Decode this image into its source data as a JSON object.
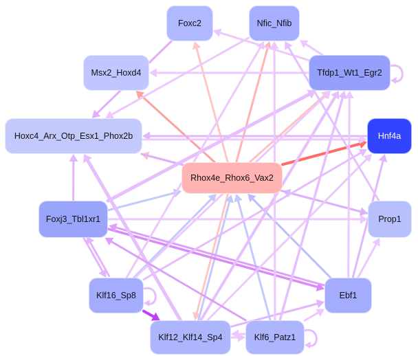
{
  "nodes": {
    "foxc2": {
      "label": "Foxc2",
      "color": "#b0b8ff"
    },
    "nfic": {
      "label": "Nfic_Nfib",
      "color": "#a6aeff"
    },
    "msx2": {
      "label": "Msx2_Hoxd4",
      "color": "#c0c6ff"
    },
    "tfdp1": {
      "label": "Tfdp1_Wt1_Egr2",
      "color": "#959ffc"
    },
    "hoxc4": {
      "label": "Hoxc4_Arx_Otp_Esx1_Phox2b",
      "color": "#c4c9fc"
    },
    "hnf4a": {
      "label": "Hnf4a",
      "color": "#3344ff"
    },
    "rhox": {
      "label": "Rhox4e_Rhox6_Vax2",
      "color": "#ffb3b3"
    },
    "foxj3": {
      "label": "Foxj3_Tbl1xr1",
      "color": "#9aa4fb"
    },
    "prop1": {
      "label": "Prop1",
      "color": "#b8bffd"
    },
    "klf16": {
      "label": "Klf16_Sp8",
      "color": "#a4adfd"
    },
    "ebf1": {
      "label": "Ebf1",
      "color": "#a4adfd"
    },
    "klf12": {
      "label": "Klf12_Klf14_Sp4",
      "color": "#adb5fd"
    },
    "klf6": {
      "label": "Klf6_Patz1",
      "color": "#adb5fd"
    }
  },
  "edges": [
    {
      "from": "rhox",
      "to": "msx2",
      "color": "#f9a3a3"
    },
    {
      "from": "rhox",
      "to": "foxc2",
      "color": "#ffc6c6"
    },
    {
      "from": "rhox",
      "to": "nfic",
      "color": "#ffb3b3"
    },
    {
      "from": "rhox",
      "to": "tfdp1",
      "color": "#ffc2c2"
    },
    {
      "from": "rhox",
      "to": "hoxc4",
      "color": "#ffc2c2"
    },
    {
      "from": "rhox",
      "to": "hnf4a",
      "color": "#ff6b6b"
    },
    {
      "from": "rhox",
      "to": "klf12",
      "color": "#ffc6c6"
    },
    {
      "from": "foxj3",
      "to": "rhox",
      "color": "#c4c9fc"
    },
    {
      "from": "klf16",
      "to": "rhox",
      "color": "#c4c9fc"
    },
    {
      "from": "klf12",
      "to": "rhox",
      "color": "#c4c9fc"
    },
    {
      "from": "klf6",
      "to": "rhox",
      "color": "#c4c9fc"
    },
    {
      "from": "ebf1",
      "to": "rhox",
      "color": "#b8bffa"
    },
    {
      "from": "prop1",
      "to": "rhox",
      "color": "#c4c9fc"
    },
    {
      "from": "tfdp1",
      "to": "msx2",
      "color": "#ecc8fc"
    },
    {
      "from": "tfdp1",
      "to": "foxc2",
      "color": "#ecc8fc"
    },
    {
      "from": "tfdp1",
      "to": "nfic",
      "color": "#ecc8fc"
    },
    {
      "from": "tfdp1",
      "to": "tfdp1",
      "color": "#e6bcfc"
    },
    {
      "from": "foxc2",
      "to": "hoxc4",
      "color": "#deb0fb"
    },
    {
      "from": "nfic",
      "to": "hoxc4",
      "color": "#ecc8fc"
    },
    {
      "from": "hnf4a",
      "to": "hoxc4",
      "color": "#e2b6fb"
    },
    {
      "from": "hoxc4",
      "to": "hnf4a",
      "color": "#ecc8fc"
    },
    {
      "from": "hoxc4",
      "to": "prop1",
      "color": "#deb0fb"
    },
    {
      "from": "foxj3",
      "to": "hoxc4",
      "color": "#e2b6fb"
    },
    {
      "from": "foxj3",
      "to": "prop1",
      "color": "#ecc8fc"
    },
    {
      "from": "foxj3",
      "to": "ebf1",
      "color": "#d98af8"
    },
    {
      "from": "ebf1",
      "to": "foxj3",
      "color": "#dca0fa"
    },
    {
      "from": "foxj3",
      "to": "klf16",
      "color": "#e2b6fb"
    },
    {
      "from": "klf16",
      "to": "foxj3",
      "color": "#e2b6fb"
    },
    {
      "from": "foxj3",
      "to": "tfdp1",
      "color": "#e6c0fc"
    },
    {
      "from": "klf16",
      "to": "tfdp1",
      "color": "#ecc8fc"
    },
    {
      "from": "klf16",
      "to": "nfic",
      "color": "#ecc8fc"
    },
    {
      "from": "klf16",
      "to": "hnf4a",
      "color": "#e6bcfc"
    },
    {
      "from": "klf16",
      "to": "klf16",
      "color": "#e6bcfc"
    },
    {
      "from": "klf16",
      "to": "klf12",
      "color": "#c040f8"
    },
    {
      "from": "klf12",
      "to": "tfdp1",
      "color": "#e6c0fc"
    },
    {
      "from": "klf12",
      "to": "hnf4a",
      "color": "#ecc8fc"
    },
    {
      "from": "klf12",
      "to": "hoxc4",
      "color": "#e6c0fc"
    },
    {
      "from": "klf12",
      "to": "klf6",
      "color": "#ecc8fc"
    },
    {
      "from": "klf6",
      "to": "klf12",
      "color": "#ecc8fc"
    },
    {
      "from": "klf12",
      "to": "ebf1",
      "color": "#e2b6fb"
    },
    {
      "from": "klf6",
      "to": "ebf1",
      "color": "#ecc8fc"
    },
    {
      "from": "klf6",
      "to": "tfdp1",
      "color": "#e6c0fc"
    },
    {
      "from": "klf6",
      "to": "nfic",
      "color": "#ecc8fc"
    },
    {
      "from": "klf6",
      "to": "klf6",
      "color": "#e6bcfc"
    },
    {
      "from": "klf6",
      "to": "foxj3",
      "color": "#dca0fa"
    },
    {
      "from": "ebf1",
      "to": "hnf4a",
      "color": "#e2b6fb"
    },
    {
      "from": "ebf1",
      "to": "prop1",
      "color": "#ecc8fc"
    },
    {
      "from": "ebf1",
      "to": "tfdp1",
      "color": "#ecc8fc"
    },
    {
      "from": "prop1",
      "to": "nfic",
      "color": "#e6c0fc"
    }
  ]
}
